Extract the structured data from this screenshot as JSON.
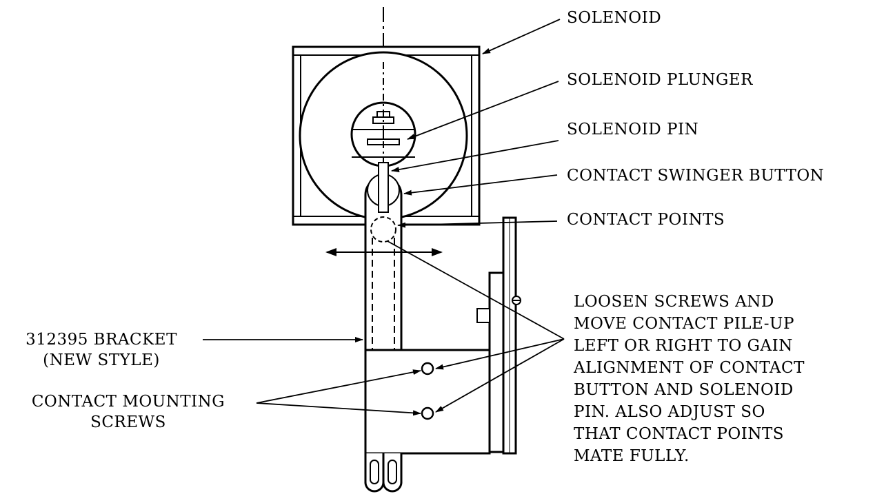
{
  "labels": {
    "solenoid": "SOLENOID",
    "solenoid_plunger": "SOLENOID PLUNGER",
    "solenoid_pin": "SOLENOID PIN",
    "contact_swinger_button": "CONTACT SWINGER BUTTON",
    "contact_points": "CONTACT POINTS",
    "bracket_line1": "312395 BRACKET",
    "bracket_line2": "(NEW STYLE)",
    "mounting_line1": "CONTACT MOUNTING",
    "mounting_line2": "SCREWS",
    "instructions": [
      "LOOSEN SCREWS AND",
      "MOVE CONTACT PILE-UP",
      "LEFT OR RIGHT TO GAIN",
      "ALIGNMENT OF CONTACT",
      "BUTTON AND SOLENOID",
      "PIN.  ALSO ADJUST SO",
      "THAT CONTACT POINTS",
      "MATE FULLY."
    ]
  },
  "colors": {
    "ink": "#000000",
    "paper": "#ffffff"
  }
}
